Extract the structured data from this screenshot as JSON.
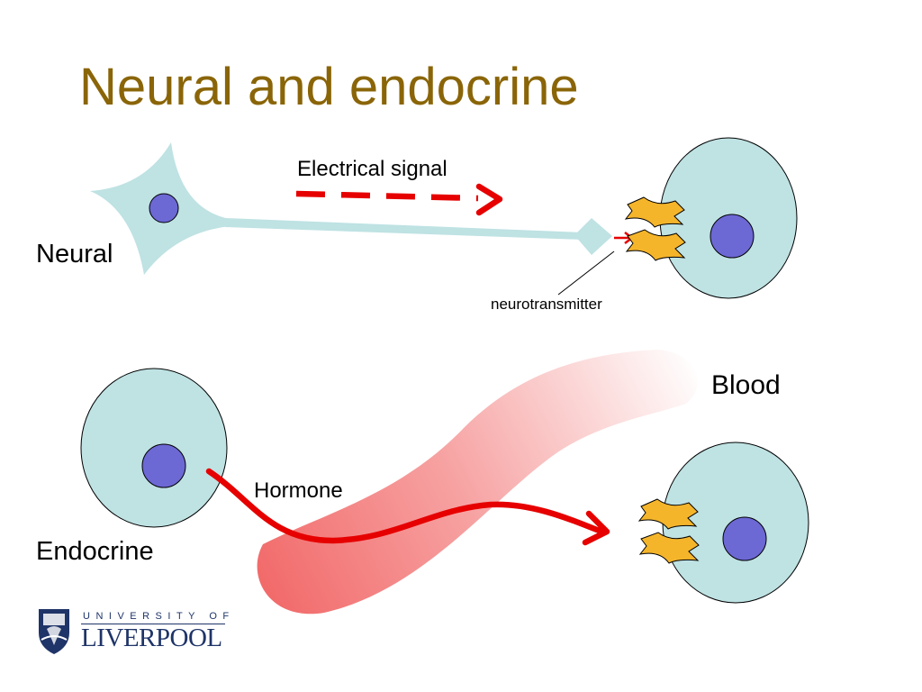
{
  "slide": {
    "title": "Neural and endocrine"
  },
  "diagram": {
    "neural": {
      "label": "Neural",
      "signal_label": "Electrical signal",
      "neurotransmitter_label": "neurotransmitter"
    },
    "endocrine": {
      "label": "Endocrine",
      "hormone_label": "Hormone",
      "blood_label": "Blood"
    }
  },
  "logo": {
    "line1": "UNIVERSITY OF",
    "line2": "LIVERPOOL"
  },
  "colors": {
    "title": "#8a6508",
    "cell_fill": "#bfe2e3",
    "nucleus_fill": "#6c68d4",
    "receptor_fill": "#f5b52b",
    "arrow_red": "#e60000",
    "blood_red": "#f26b6b",
    "logo_blue": "#1f3468"
  }
}
